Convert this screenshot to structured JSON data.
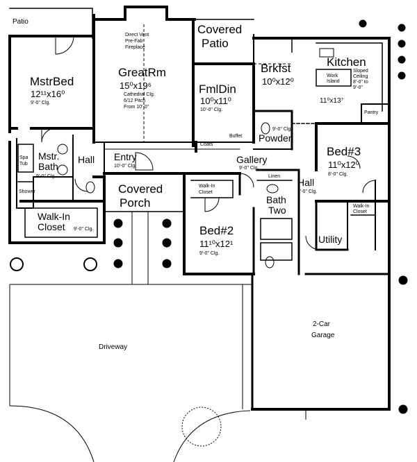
{
  "rooms": {
    "patio": {
      "name": "Patio"
    },
    "covered_patio": {
      "line1": "Covered",
      "line2": "Patio"
    },
    "mstr_bed": {
      "name": "MstrBed",
      "dim": "12¹¹x16⁰",
      "clg": "9'-0\" Clg."
    },
    "great_rm": {
      "name": "GreatRm",
      "dim": "15⁰x19⁶",
      "clg1": "Cathedral Clg.",
      "clg2": "6/12 Pitch",
      "clg3": "From 10'-0\""
    },
    "fireplace": {
      "line1": "Direct Vent",
      "line2": "Pre-Fab",
      "line3": "Fireplace"
    },
    "fml_din": {
      "name": "FmlDin",
      "dim": "10⁰x11⁰",
      "clg": "10'-0\" Clg."
    },
    "brkfst": {
      "name": "Brkfst",
      "dim": "10⁰x12⁰"
    },
    "kitchen": {
      "name": "Kitchen",
      "clg1": "Sloped",
      "clg2": "Ceiling",
      "clg3": "8'-0\" to",
      "clg4": "9'-0\"",
      "dim": "11⁰x13⁷"
    },
    "work_island": {
      "line1": "Work",
      "line2": "Island"
    },
    "pantry": {
      "name": "Pantry"
    },
    "powder": {
      "name": "Powder",
      "clg": "9'-0\" Clg."
    },
    "buffet": {
      "name": "Buffet"
    },
    "coats": {
      "name": "Coats"
    },
    "mstr_bath": {
      "line1": "Mstr.",
      "line2": "Bath",
      "clg": "9'-0\" Clg."
    },
    "spa_tub": {
      "line1": "Spa",
      "line2": "Tub"
    },
    "shower": {
      "name": "Shower"
    },
    "hall_west": {
      "name": "Hall"
    },
    "entry": {
      "name": "Entry",
      "clg": "10'-0\" Clg."
    },
    "gallery": {
      "name": "Gallery",
      "clg": "9'-0\" Clg."
    },
    "linen": {
      "name": "Linen"
    },
    "hall_east": {
      "name": "Hall",
      "clg": "9'-0\" Clg."
    },
    "bed3": {
      "name": "Bed#3",
      "dim": "11⁰x12⁰",
      "clg": "8'-0\" Clg."
    },
    "walkin_closet_mstr": {
      "line1": "Walk-In",
      "line2": "Closet",
      "clg": "9'-0\" Clg."
    },
    "covered_porch": {
      "line1": "Covered",
      "line2": "Porch"
    },
    "walkin_closet_bed2": {
      "line1": "Walk-In",
      "line2": "Closet"
    },
    "bed2": {
      "name": "Bed#2",
      "dim": "11¹⁰x12¹",
      "clg": "9'-0\" Clg."
    },
    "bath_two": {
      "line1": "Bath",
      "line2": "Two"
    },
    "walkin_closet_bed3": {
      "line1": "Walk-In",
      "line2": "Closet"
    },
    "utility": {
      "name": "Utility"
    },
    "garage": {
      "line1": "2-Car",
      "line2": "Garage"
    },
    "driveway": {
      "name": "Driveway"
    }
  }
}
